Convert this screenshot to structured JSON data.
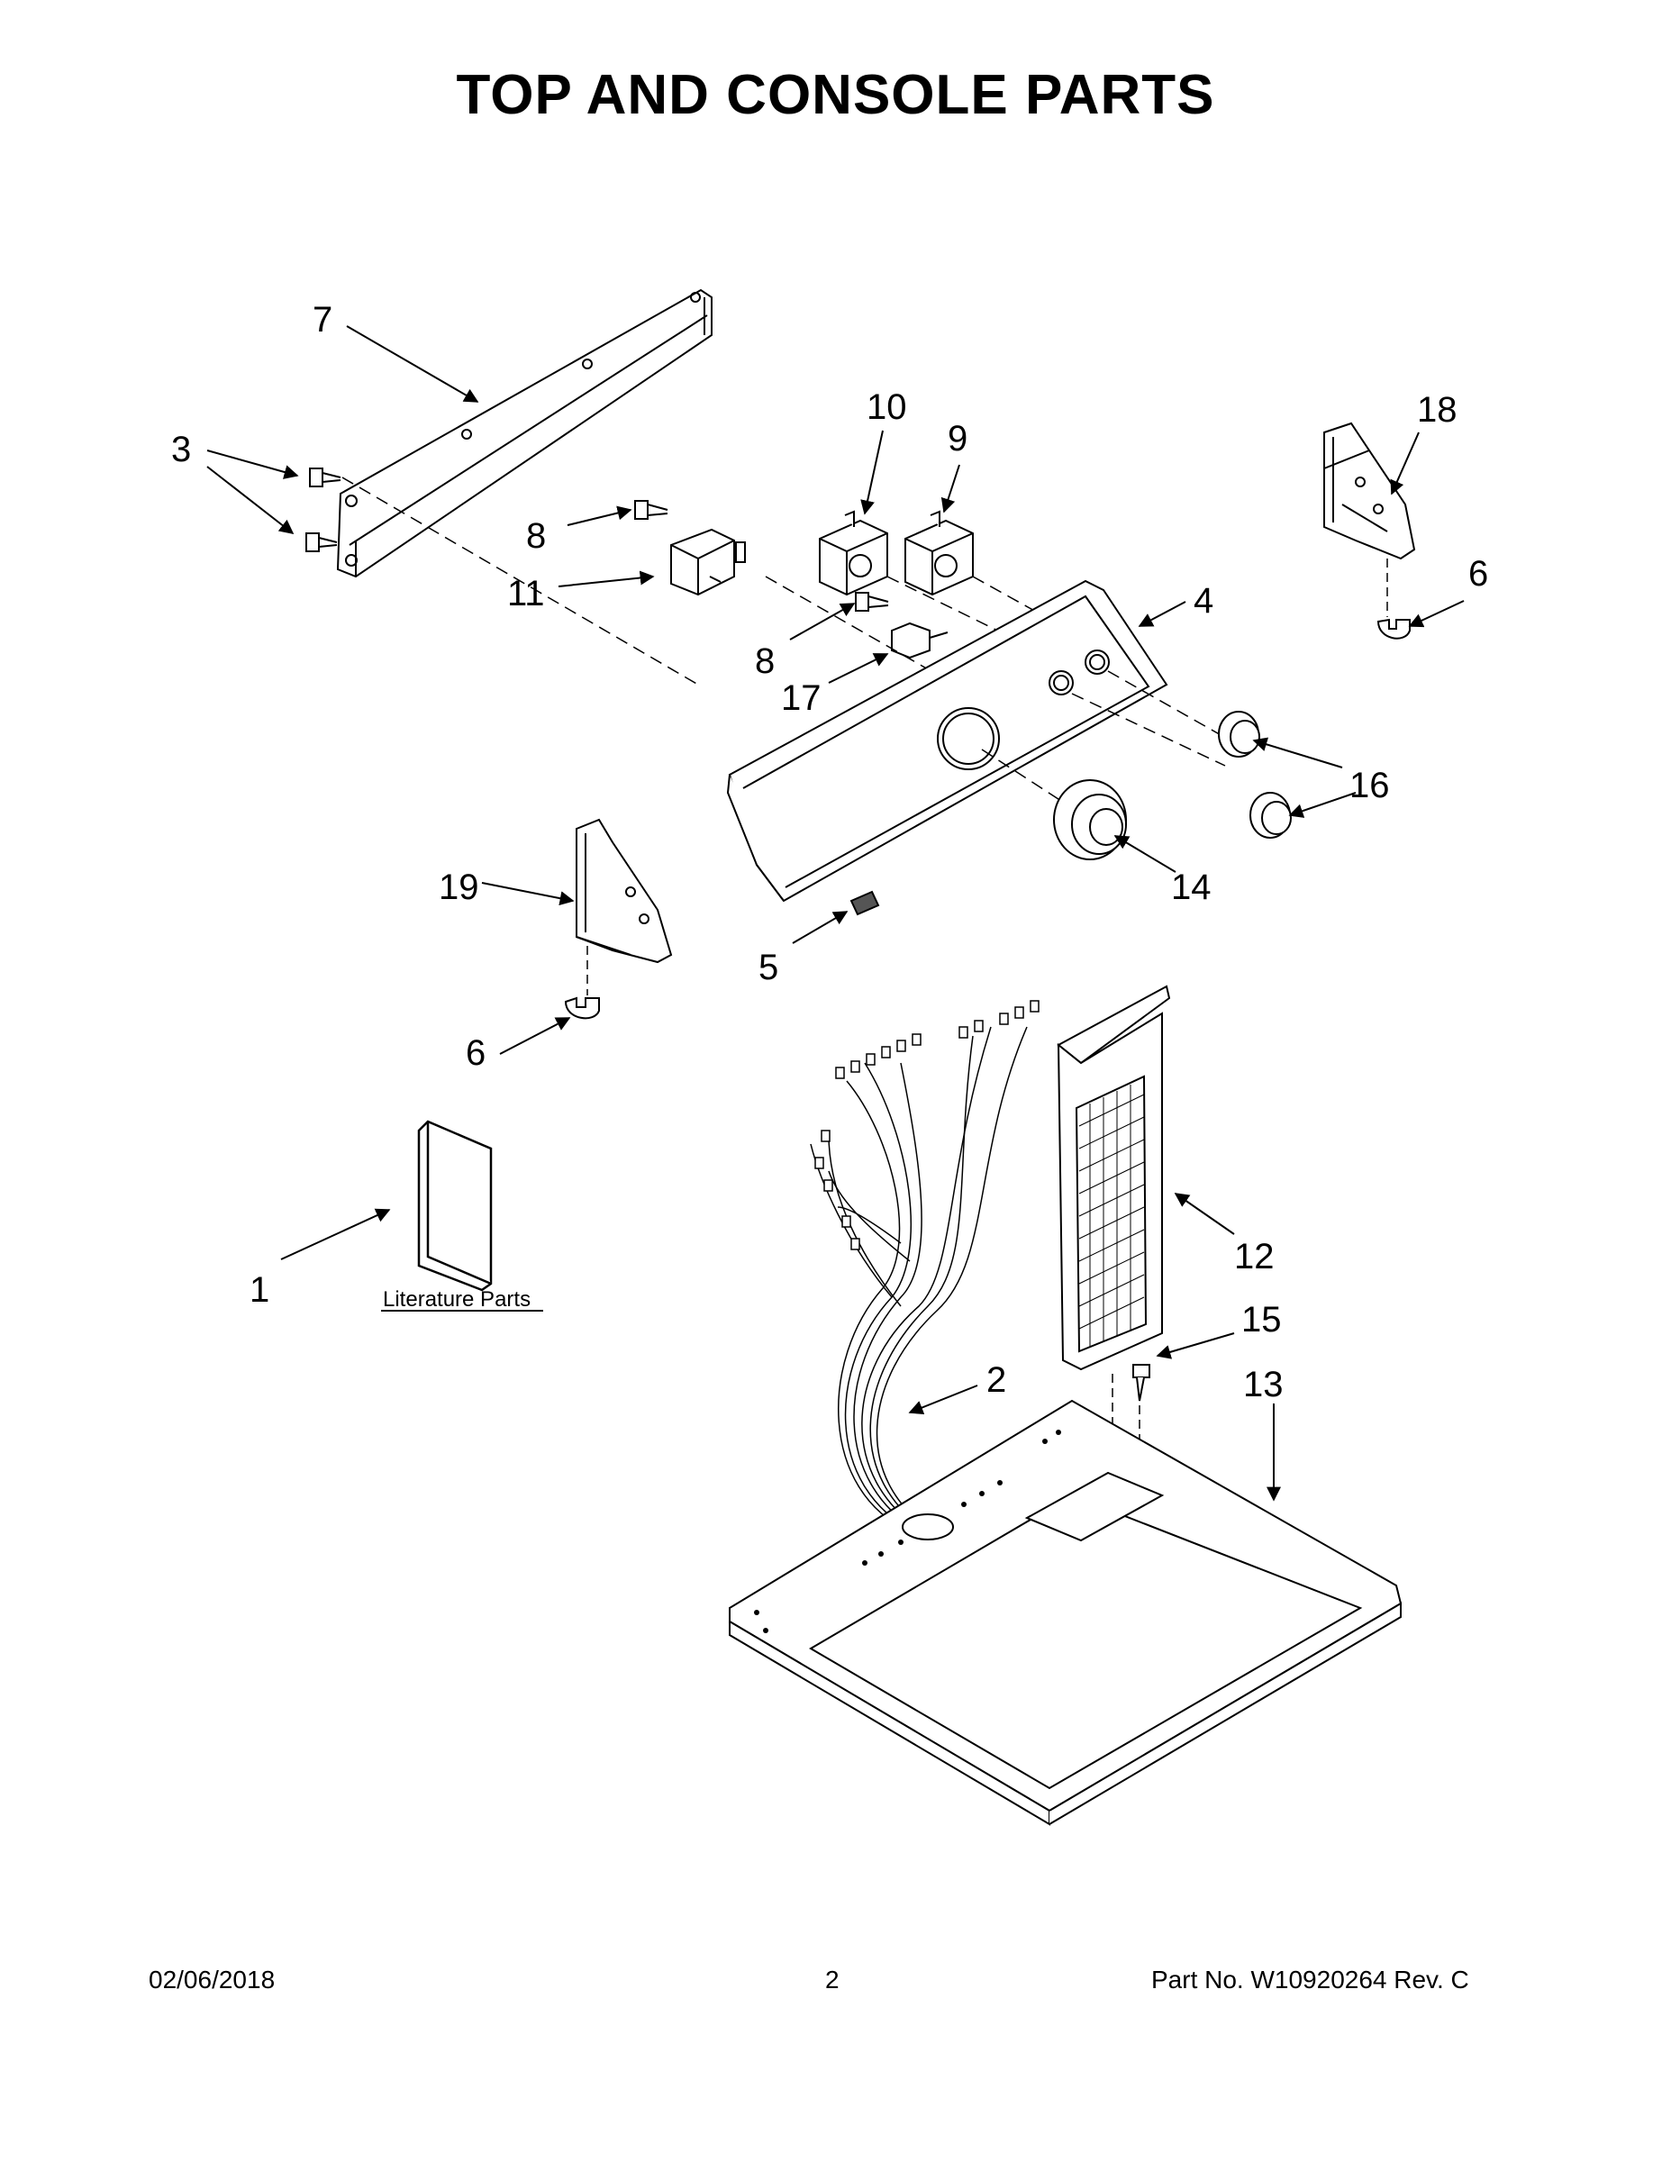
{
  "title": "TOP AND CONSOLE PARTS",
  "literature_label": "Literature Parts",
  "callouts": {
    "c1": "1",
    "c2": "2",
    "c3": "3",
    "c4": "4",
    "c5": "5",
    "c6a": "6",
    "c6b": "6",
    "c7": "7",
    "c8a": "8",
    "c8b": "8",
    "c9": "9",
    "c10": "10",
    "c11": "11",
    "c12": "12",
    "c13": "13",
    "c14": "14",
    "c15": "15",
    "c16": "16",
    "c17": "17",
    "c18": "18",
    "c19": "19"
  },
  "footer": {
    "date": "02/06/2018",
    "page": "2",
    "part": "Part No.  W10920264  Rev.  C"
  }
}
